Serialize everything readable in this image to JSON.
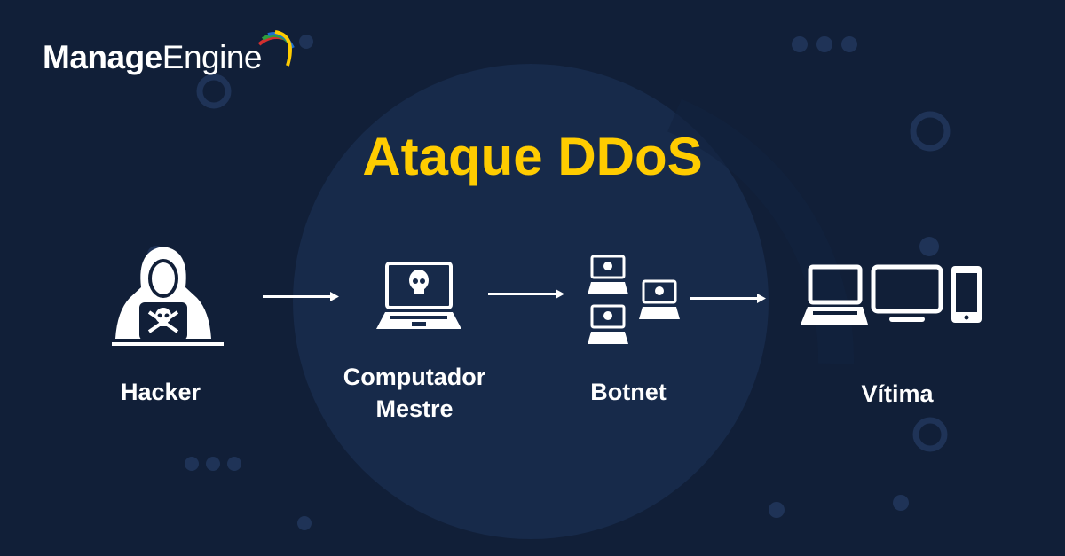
{
  "brand": {
    "name_bold": "Manage",
    "name_light": "Engine"
  },
  "title": "Ataque DDoS",
  "nodes": [
    {
      "label": "Hacker",
      "icon": "hacker-icon"
    },
    {
      "label_line1": "Computador",
      "label_line2": "Mestre",
      "icon": "master-laptop-icon"
    },
    {
      "label": "Botnet",
      "icon": "botnet-icon"
    },
    {
      "label": "Vítima",
      "icon": "victim-devices-icon"
    }
  ],
  "colors": {
    "background": "#111f38",
    "circle": "#172a4a",
    "accent": "#ffcc00",
    "icon": "#ffffff"
  }
}
